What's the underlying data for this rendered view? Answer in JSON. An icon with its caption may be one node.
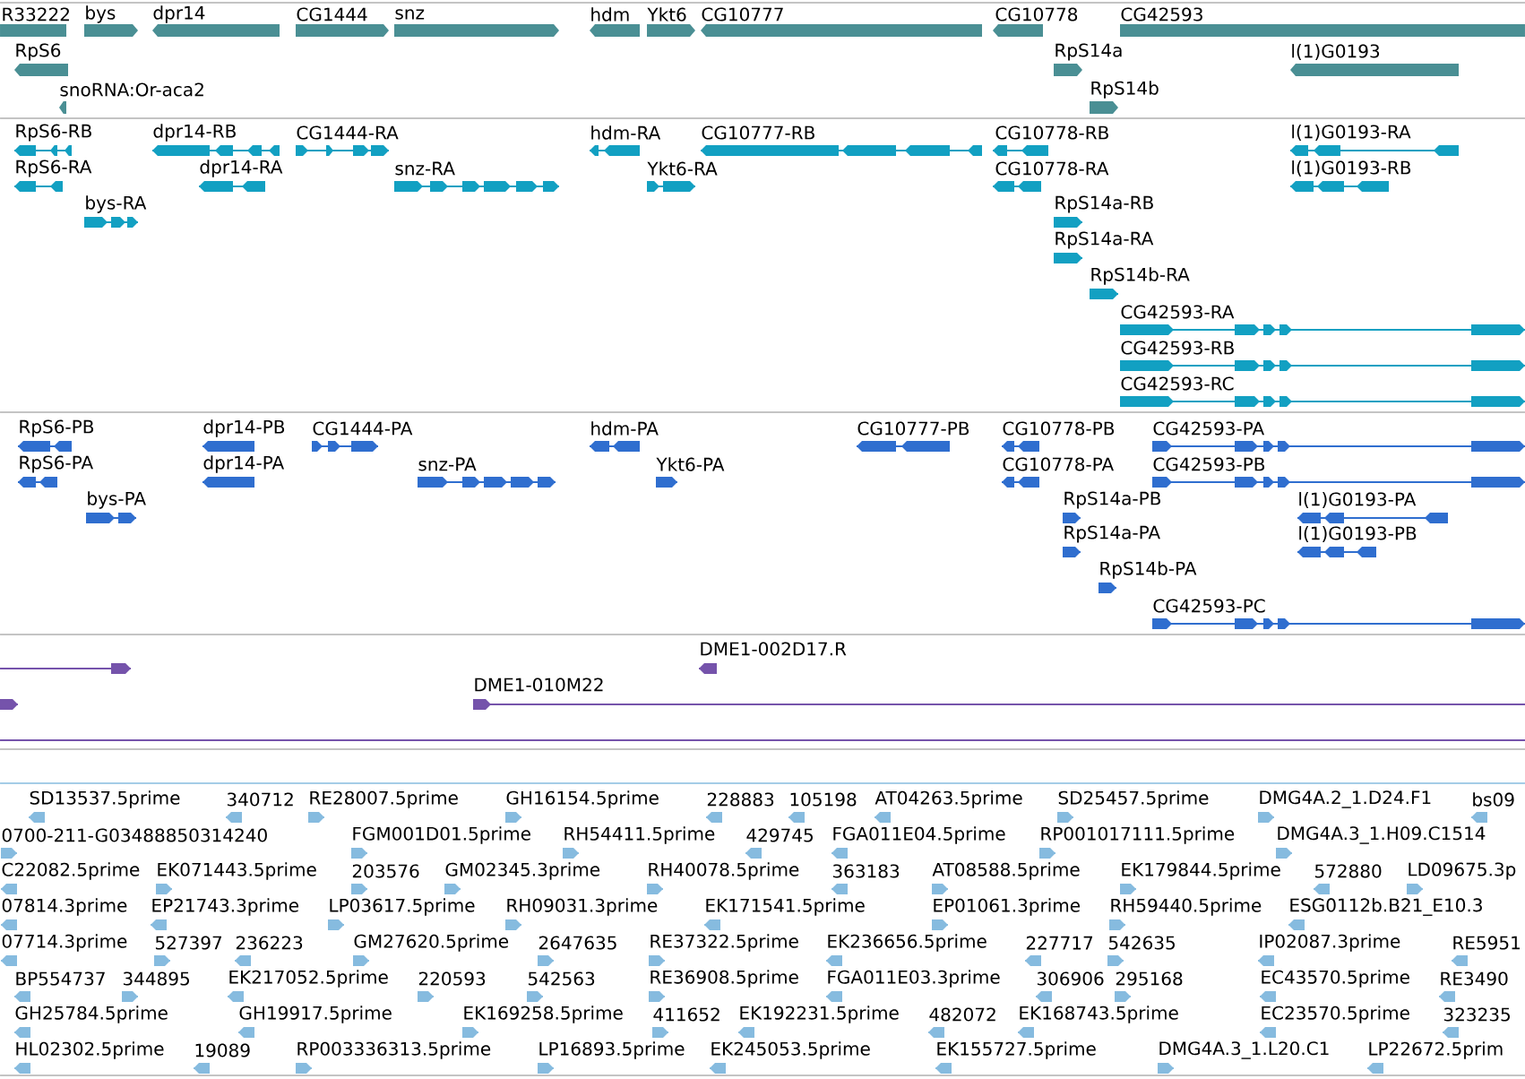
{
  "diagram": {
    "labels": [
      "R33222",
      "bys",
      "dpr14",
      "CG1444",
      "snz",
      "hdm",
      "Ykt6",
      "CG10777",
      "CG10778",
      "CG42593",
      "RpS6",
      "RpS14a",
      "l(1)G0193",
      "snoRNA:Or-aca2",
      "RpS14b",
      "RpS6-RB",
      "dpr14-RB",
      "CG1444-RA",
      "hdm-RA",
      "CG10777-RB",
      "CG10778-RB",
      "l(1)G0193-RA",
      "RpS6-RA",
      "dpr14-RA",
      "snz-RA",
      "Ykt6-RA",
      "CG10778-RA",
      "l(1)G0193-RB",
      "bys-RA",
      "RpS14a-RB",
      "RpS14a-RA",
      "RpS14b-RA",
      "CG42593-RA",
      "CG42593-RB",
      "CG42593-RC",
      "RpS6-PB",
      "dpr14-PB",
      "CG1444-PA",
      "hdm-PA",
      "CG10777-PB",
      "CG10778-PB",
      "CG42593-PA",
      "RpS6-PA",
      "dpr14-PA",
      "snz-PA",
      "Ykt6-PA",
      "CG10778-PA",
      "CG42593-PB",
      "bys-PA",
      "RpS14a-PB",
      "l(1)G0193-PA",
      "RpS14a-PA",
      "l(1)G0193-PB",
      "RpS14b-PA",
      "CG42593-PC",
      "DME1-002D17.R",
      "DME1-010M22",
      "SD13537.5prime",
      "340712",
      "RE28007.5prime",
      "GH16154.5prime",
      "228883",
      "105198",
      "AT04263.5prime",
      "SD25457.5prime",
      "DMG4A.2_1.D24.F1",
      "bs09",
      "0700-211-G03488850314240",
      "FGM001D01.5prime",
      "RH54411.5prime",
      "429745",
      "FGA011E04.5prime",
      "RP001017111.5prime",
      "DMG4A.3_1.H09.C1514",
      "C22082.5prime",
      "EK071443.5prime",
      "203576",
      "GM02345.3prime",
      "RH40078.5prime",
      "363183",
      "AT08588.5prime",
      "EK179844.5prime",
      "572880",
      "LD09675.3p",
      "07814.3prime",
      "EP21743.3prime",
      "LP03617.5prime",
      "RH09031.3prime",
      "EK171541.5prime",
      "EP01061.3prime",
      "RH59440.5prime",
      "ESG0112b.B21_E10.3",
      "07714.3prime",
      "527397",
      "236223",
      "GM27620.5prime",
      "2647635",
      "RE37322.5prime",
      "EK236656.5prime",
      "227717",
      "542635",
      "IP02087.3prime",
      "RE5951",
      "BP554737",
      "344895",
      "EK217052.5prime",
      "220593",
      "542563",
      "RE36908.5prime",
      "FGA011E03.3prime",
      "306906",
      "295168",
      "EC43570.5prime",
      "RE3490",
      "GH25784.5prime",
      "GH19917.5prime",
      "EK169258.5prime",
      "411652",
      "EK192231.5prime",
      "482072",
      "EK168743.5prime",
      "EC23570.5prime",
      "323235",
      "HL02302.5prime",
      "19089",
      "RP003336313.5prime",
      "LP16893.5prime",
      "EK245053.5prime",
      "EK155727.5prime",
      "DMG4A.3_1.L20.C1",
      "LP22672.5prim"
    ]
  }
}
